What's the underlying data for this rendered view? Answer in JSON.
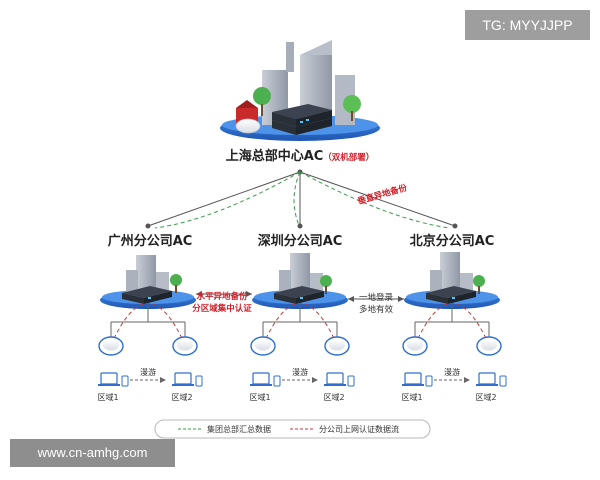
{
  "tag": "TG: MYYJJPP",
  "watermark": "www.cn-amhg.com",
  "hq": {
    "title": "上海总部中心AC",
    "note": "（双机部署）"
  },
  "branches": [
    {
      "title": "广州分公司AC",
      "zones": [
        "区域1",
        "区域2"
      ],
      "roam": "漫游"
    },
    {
      "title": "深圳分公司AC",
      "zones": [
        "区域1",
        "区域2"
      ],
      "roam": "漫游"
    },
    {
      "title": "北京分公司AC",
      "zones": [
        "区域1",
        "区域2"
      ],
      "roam": "漫游"
    }
  ],
  "labels": {
    "vertical_backup": "垂直异地备份",
    "horizontal_backup": "水平异地备份",
    "zone_auth": "分区域集中认证",
    "single_login": "一地登录",
    "multi_valid": "多地有效"
  },
  "legend": {
    "green": "集团总部汇总数据",
    "red": "分公司上网认证数据流"
  },
  "colors": {
    "green_line": "#3a9a4a",
    "red_line": "#c4363a",
    "platform_blue": "#2f6fd0",
    "accent_red": "#d0202a"
  }
}
